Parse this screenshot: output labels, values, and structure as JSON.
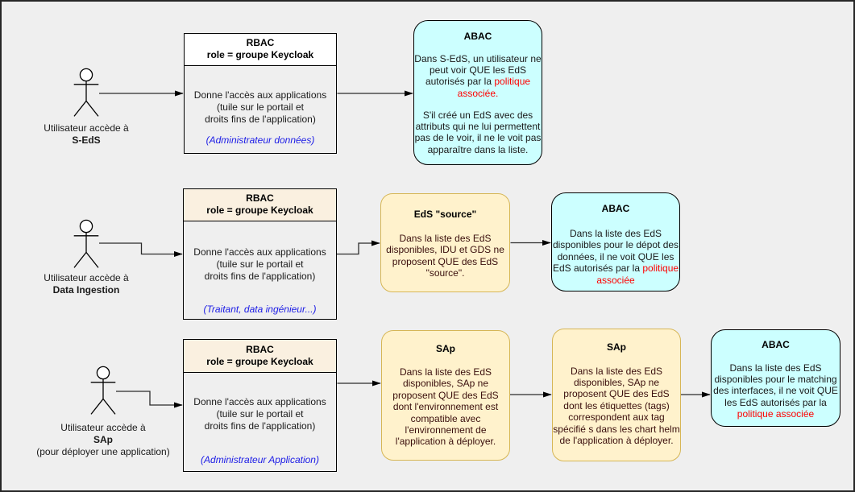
{
  "colors": {
    "background": "#efefef",
    "frame_border": "#262626",
    "box_border": "#000000",
    "cyan_fill": "#ccffff",
    "yellow_fill": "#fff2cc",
    "yellow_border": "#d6b656",
    "beige_header": "#faf0e0",
    "white_header": "#ffffff",
    "brown_text": "#3a0e0c",
    "red_text": "#ff0000",
    "blue_text": "#1b1be6",
    "line_color": "#1a1a1a"
  },
  "rows": [
    {
      "actor": {
        "label": "Utilisateur accède à",
        "name": "S-EdS"
      },
      "rbac": {
        "title": "RBAC\nrole = groupe Keycloak",
        "body": "Donne l'accès aux applications\n(tuile sur le portail et\ndroits fins de l'application)",
        "role": "(Administrateur données)"
      },
      "abac": {
        "title": "ABAC",
        "text_before_red": "Dans S-EdS, un utilisateur ne\npeut voir QUE les EdS\nautorisés par la ",
        "red_text": "politique\nassociée.",
        "text_after": "S'il créé un EdS avec des\nattributs qui ne lui permettent\npas de le voir, il ne le voit pas\napparaître dans la liste."
      }
    },
    {
      "actor": {
        "label": "Utilisateur accède à",
        "name": "Data Ingestion"
      },
      "rbac": {
        "title": "RBAC\nrole = groupe Keycloak",
        "body": "Donne l'accès aux applications\n(tuile sur le portail et\ndroits fins de l'application)",
        "role": "(Traitant, data ingénieur...)"
      },
      "eds_source": {
        "title": "EdS \"source\"",
        "body": "Dans la liste des EdS\ndisponibles, IDU et GDS ne\nproposent QUE des EdS\n\"source\"."
      },
      "abac": {
        "title": "ABAC",
        "text_before_red": "Dans la liste des EdS\ndisponibles pour le dépot des\ndonnées, il ne voit QUE les\nEdS autorisés par la ",
        "red_text": "politique\nassociée"
      }
    },
    {
      "actor": {
        "label": "Utilisateur accède à",
        "name": "SAp",
        "note": "(pour déployer une application)"
      },
      "rbac": {
        "title": "RBAC\nrole = groupe Keycloak",
        "body": "Donne l'accès aux applications\n(tuile sur le portail et\ndroits fins de l'application)",
        "role": "(Administrateur Application)"
      },
      "sap_env": {
        "title": "SAp",
        "body": "Dans la liste des EdS\ndisponibles, SAp ne\nproposent QUE des EdS\ndont l'environnement est\ncompatible avec\nl'environnement de\nl'application à déployer."
      },
      "sap_tags": {
        "title": "SAp",
        "body": "Dans la liste des EdS\ndisponibles, SAp ne\nproposent QUE des EdS\ndont les étiquettes (tags)\ncorrespondent aux tag\nspécifié s dans les chart helm\nde l'application à déployer."
      },
      "abac": {
        "title": "ABAC",
        "text_before_red": "Dans la liste des EdS\ndisponibles pour le matching\ndes interfaces, il ne voit QUE\nles EdS autorisés par la\n",
        "red_text": "politique associée"
      }
    }
  ]
}
